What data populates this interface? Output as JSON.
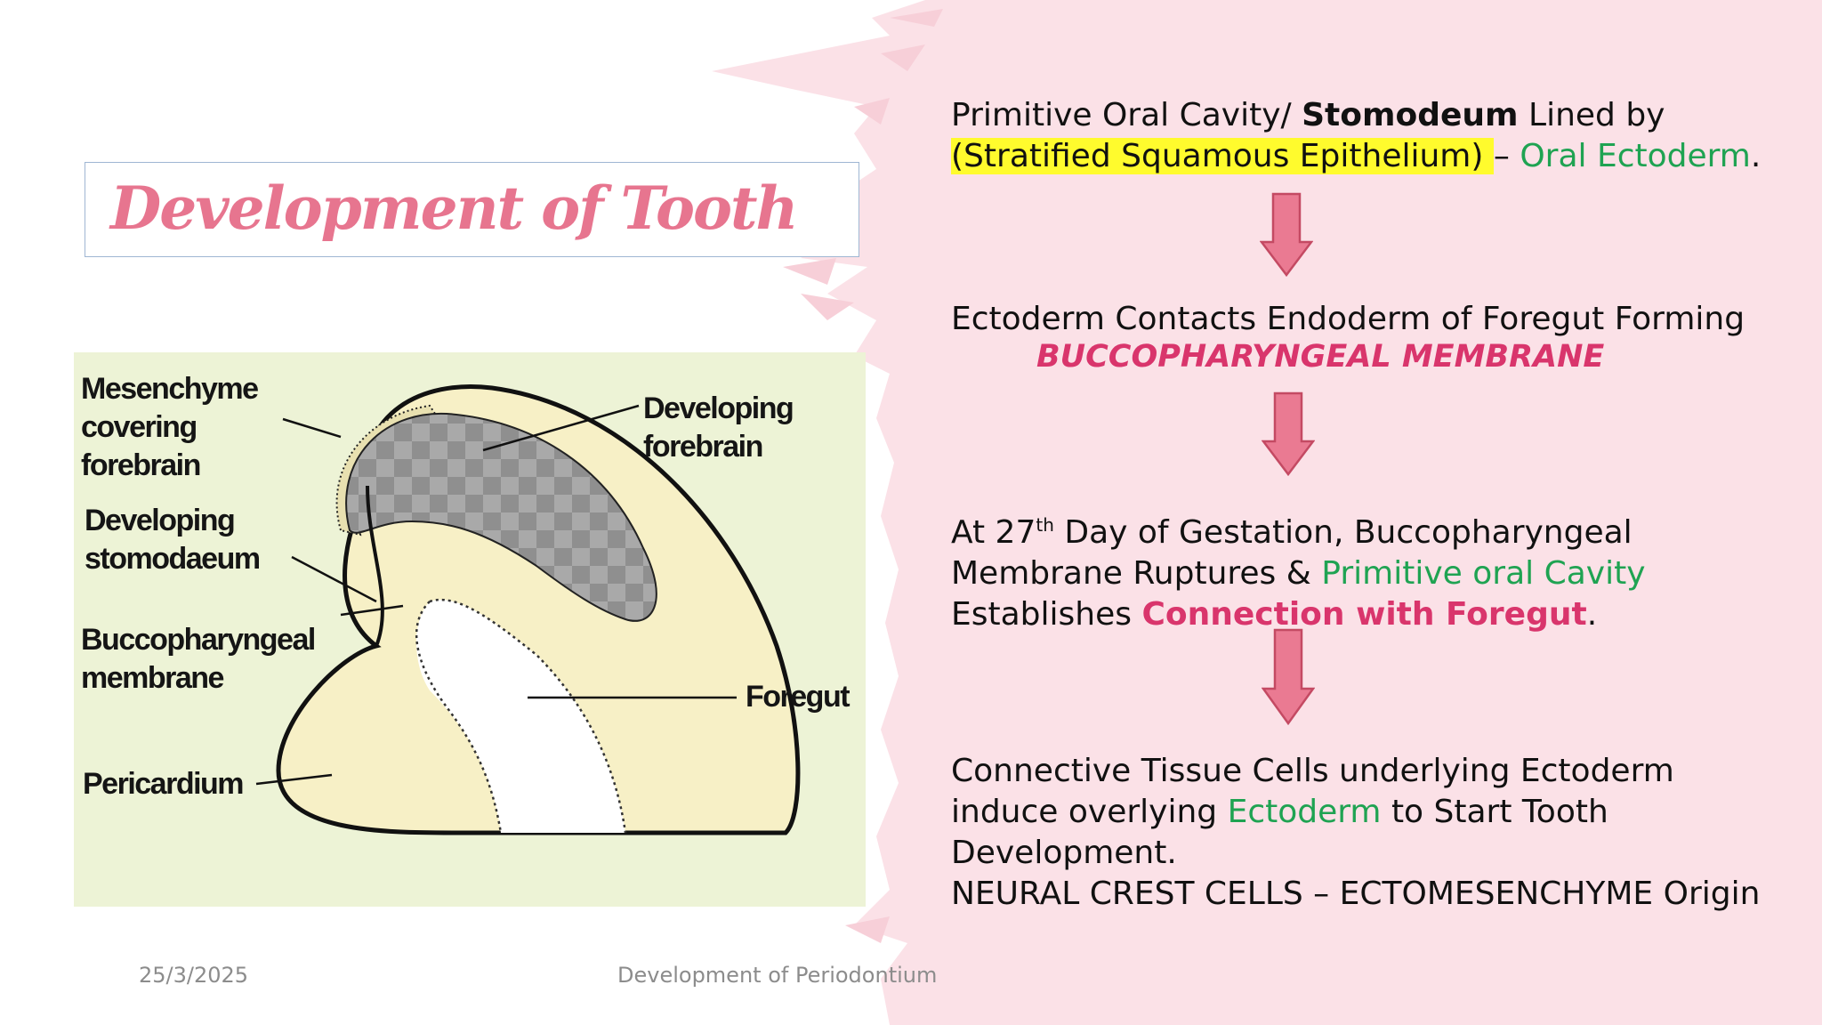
{
  "title": "Development of Tooth",
  "figure": {
    "labels": {
      "mesenchyme": [
        "Mesenchyme",
        "covering",
        "forebrain"
      ],
      "stomodaeum": [
        "Developing",
        "stomodaeum"
      ],
      "membrane": [
        "Buccopharyngeal",
        "membrane"
      ],
      "pericardium": "Pericardium",
      "forebrain": [
        "Developing",
        "forebrain"
      ],
      "foregut": "Foregut"
    }
  },
  "steps": {
    "s1": {
      "line1_a": "Primitive Oral Cavity/ ",
      "line1_b": "Stomodeum",
      "line1_c": " Lined by",
      "line2_a": "(Stratified Squamous Epithelium) ",
      "line2_b": "– ",
      "line2_c": "Oral Ectoderm",
      "line2_d": "."
    },
    "s2": {
      "line1": "Ectoderm Contacts Endoderm of Foregut Forming",
      "line2": "BUCCOPHARYNGEAL MEMBRANE"
    },
    "s3": {
      "line1_a": "At 27",
      "line1_sup": "th",
      "line1_b": " Day of Gestation, Buccopharyngeal",
      "line2_a": "Membrane Ruptures & ",
      "line2_b": "Primitive oral Cavity",
      "line3_a": "Establishes ",
      "line3_b": "Connection with Foregut",
      "line3_c": "."
    },
    "s4": {
      "line1": "Connective Tissue Cells underlying Ectoderm",
      "line2_a": "induce overlying ",
      "line2_b": "Ectoderm",
      "line2_c": " to Start Tooth",
      "line3": "Development.",
      "line4": "NEURAL CREST CELLS – ECTOMESENCHYME Origin"
    }
  },
  "footer": {
    "date": "25/3/2025",
    "center": "Development of Periodontium"
  },
  "colors": {
    "accent_pink": "#e7758f",
    "green": "#1fa352",
    "red": "#d9356c",
    "highlight": "#fffb2d",
    "arrow_fill": "#ea7a92",
    "background_pink": "#fbe1e7"
  },
  "icons": [
    "arrow-down-icon"
  ]
}
